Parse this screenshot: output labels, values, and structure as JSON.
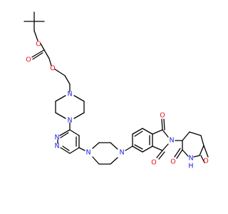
{
  "colors": {
    "bond": "#000000",
    "oxygen": "#e8100f",
    "nitrogen": "#2020e6",
    "background": "#ffffff"
  },
  "atoms": [
    {
      "id": "o_ester_single",
      "label": "O",
      "element": "oxygen"
    },
    {
      "id": "o_ester_carbonyl",
      "label": "O",
      "element": "oxygen"
    },
    {
      "id": "o_ether",
      "label": "O",
      "element": "oxygen"
    },
    {
      "id": "n_pip1_top",
      "label": "N",
      "element": "nitrogen"
    },
    {
      "id": "n_pip1_bottom",
      "label": "N",
      "element": "nitrogen"
    },
    {
      "id": "n_pyr_1",
      "label": "N",
      "element": "nitrogen"
    },
    {
      "id": "n_pyr_2",
      "label": "N",
      "element": "nitrogen"
    },
    {
      "id": "n_pip2_left",
      "label": "N",
      "element": "nitrogen"
    },
    {
      "id": "n_pip2_right",
      "label": "N",
      "element": "nitrogen"
    },
    {
      "id": "o_imide_top",
      "label": "O",
      "element": "oxygen"
    },
    {
      "id": "o_imide_bottom",
      "label": "O",
      "element": "oxygen"
    },
    {
      "id": "n_imide",
      "label": "N",
      "element": "nitrogen"
    },
    {
      "id": "o_glut_right",
      "label": "O",
      "element": "oxygen"
    },
    {
      "id": "o_glut_left",
      "label": "O",
      "element": "oxygen"
    },
    {
      "id": "n_glut",
      "label": "N",
      "element": "nitrogen"
    },
    {
      "id": "h_glut",
      "label": "H",
      "element": "nitrogen"
    }
  ]
}
